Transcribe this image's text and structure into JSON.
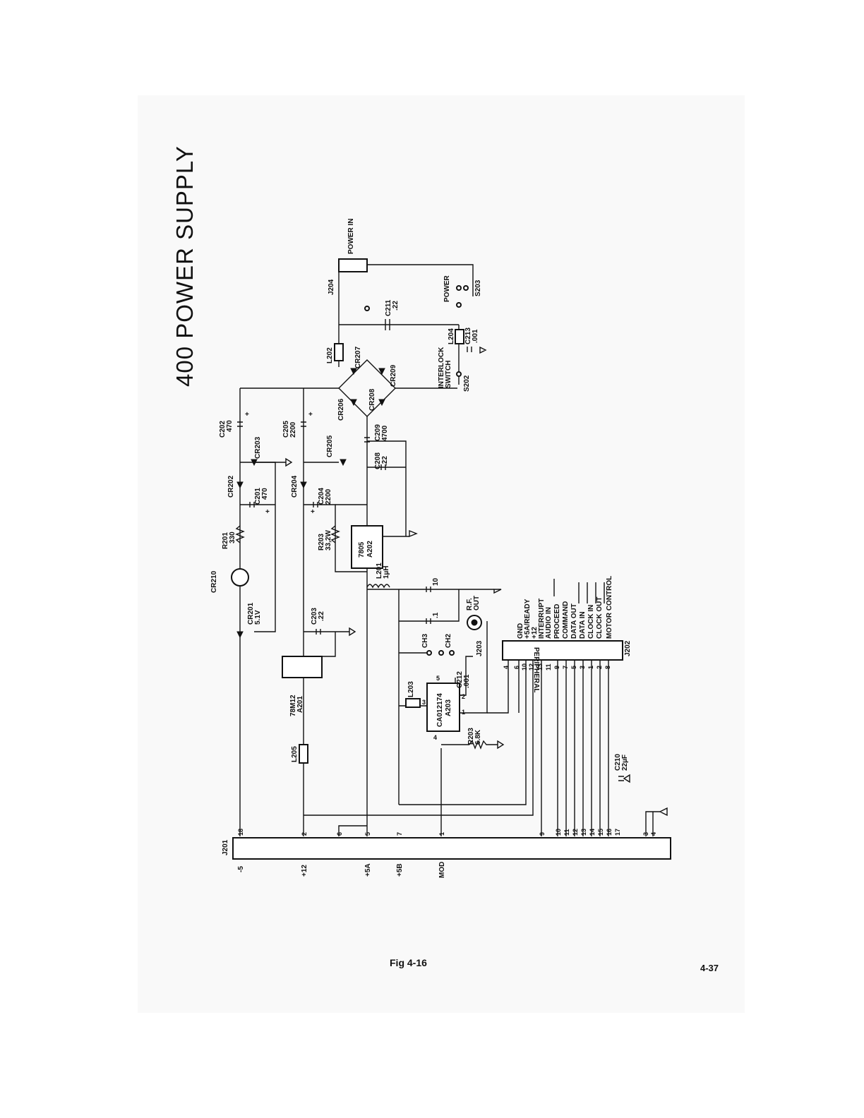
{
  "title": "400 POWER SUPPLY",
  "caption": "Fig 4-16",
  "page_number": "4-37",
  "components": {
    "power_in": "POWER IN",
    "j204": "J204",
    "c211": [
      "C211",
      ".22"
    ],
    "power_switch": "POWER",
    "s203": "S203",
    "l204": "L204",
    "c213": [
      "C213",
      ".001"
    ],
    "l202": "L202",
    "cr207": "CR207",
    "cr209": "CR209",
    "cr208": "CR208",
    "cr206": "CR206",
    "interlock": [
      "INTERLOCK",
      "SWITCH"
    ],
    "s202": "S202",
    "c202": [
      "C202",
      "470"
    ],
    "c205": [
      "C205",
      "2200"
    ],
    "cr203": "CR203",
    "cr205": "CR205",
    "c209": [
      "C209",
      "4700"
    ],
    "c208": [
      "C208",
      ".22"
    ],
    "cr202": "CR202",
    "c201": [
      "C201",
      "470"
    ],
    "cr204": "CR204",
    "c204": [
      "C204",
      "2200"
    ],
    "r201": [
      "R201",
      "330"
    ],
    "r203a": [
      "R203",
      "33,2W"
    ],
    "a202": [
      "7805",
      "A202"
    ],
    "cr210": "CR210",
    "l201": [
      "L201",
      "1µH"
    ],
    "c10": "10",
    "c1": ".1",
    "rf_out": [
      "R.F.",
      "OUT"
    ],
    "j203": "J203",
    "cr201": [
      "CR201",
      "5.1V"
    ],
    "c203": [
      "C203",
      ".22"
    ],
    "ch3": "CH3",
    "ch2": "CH2",
    "c212": [
      "C212",
      ".001"
    ],
    "a201": [
      "78M12",
      "A201"
    ],
    "l203": "L203",
    "a203": [
      "CA012174",
      "A203"
    ],
    "r203b": [
      "R203",
      "6.8K"
    ],
    "l205": "L205",
    "c210": [
      "C210",
      "22µF"
    ],
    "j202": "J202",
    "peripheral": "PERIPHERAL",
    "j201": "J201"
  },
  "plus": "+",
  "signals": [
    "GND",
    "+5A/READY",
    "+12",
    "INTERRUPT",
    "AUDIO IN",
    "PROCEED",
    "COMMAND",
    "DATA OUT",
    "DATA IN",
    "CLOCK IN",
    "CLOCK OUT",
    "MOTOR CONTROL"
  ],
  "j202_pins": [
    "4",
    "6",
    "10",
    "12",
    "13",
    "11",
    "9",
    "7",
    "5",
    "3",
    "1",
    "2",
    "8"
  ],
  "j201_pins": [
    "18",
    "2",
    "6",
    "5",
    "7",
    "1",
    "9",
    "10",
    "11",
    "12",
    "13",
    "14",
    "15",
    "16",
    "17",
    "3",
    "4"
  ],
  "a203_pins": [
    "5",
    "2",
    "1",
    "3",
    "4"
  ],
  "bus_labels": [
    "-5",
    "+12",
    "+5A",
    "+5B",
    "MOD"
  ]
}
